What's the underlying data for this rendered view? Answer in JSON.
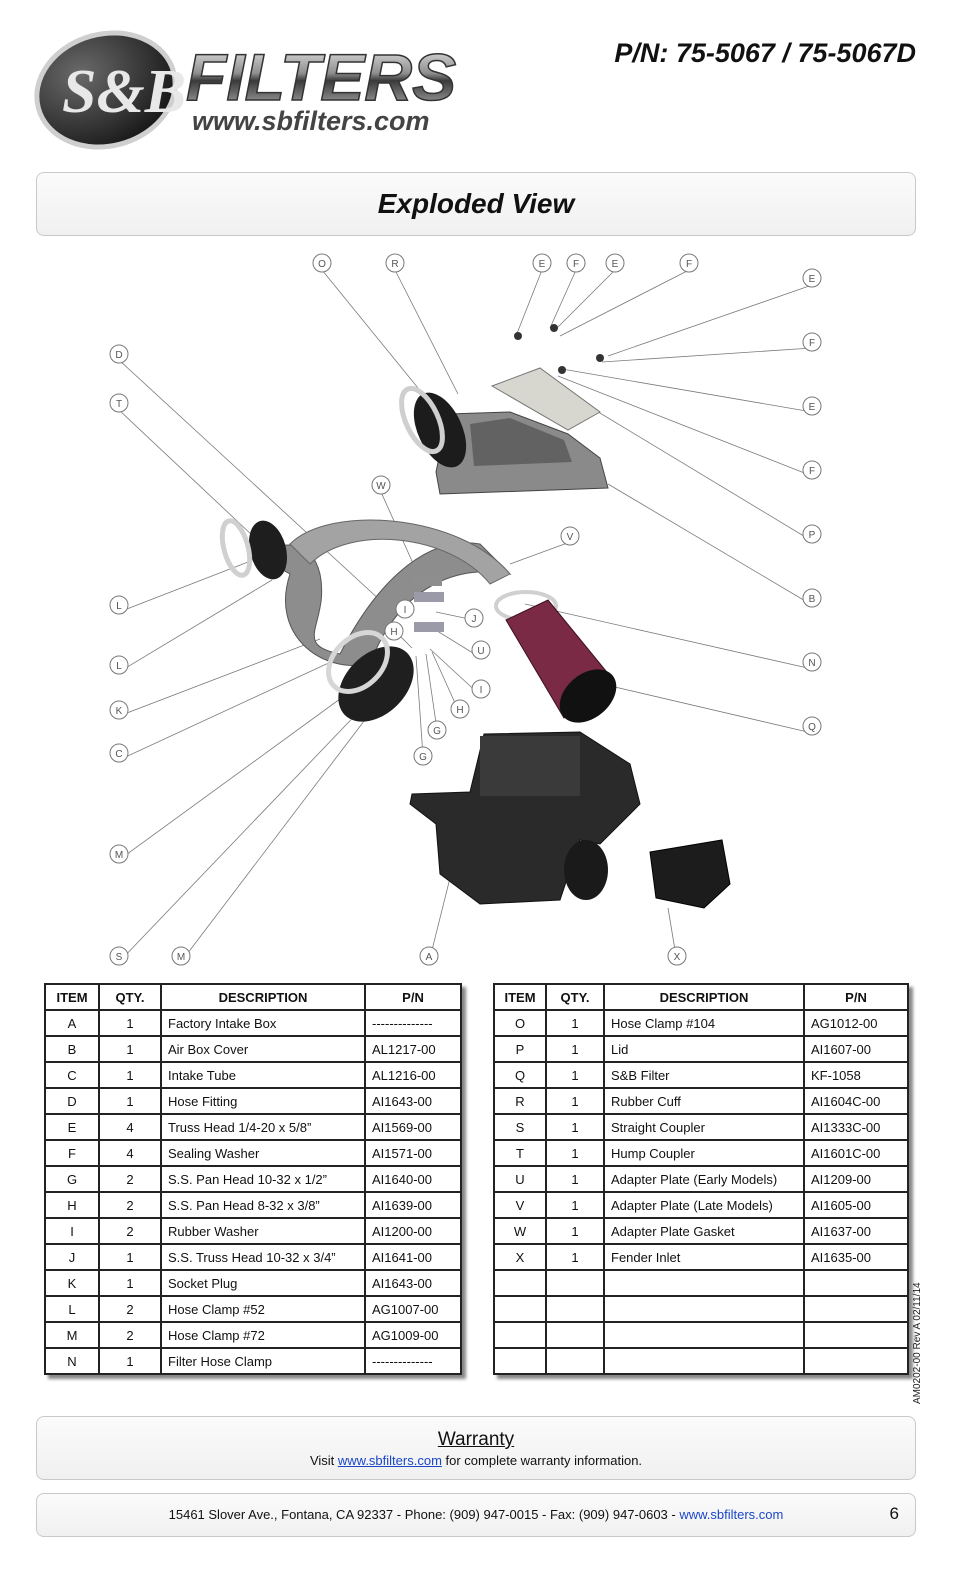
{
  "header": {
    "logo_brand": "FILTERS",
    "logo_url": "www.sbfilters.com",
    "logo_monogram": "S&B",
    "part_number": "P/N: 75-5067 / 75-5067D"
  },
  "title": "Exploded View",
  "diagram_labels": {
    "O": "O",
    "R": "R",
    "E": "E",
    "F": "F",
    "D": "D",
    "T": "T",
    "W": "W",
    "V": "V",
    "P": "P",
    "B": "B",
    "L": "L",
    "K": "K",
    "C": "C",
    "I": "I",
    "H": "H",
    "J": "J",
    "U": "U",
    "G": "G",
    "N": "N",
    "Q": "Q",
    "M": "M",
    "S": "S",
    "A": "A",
    "X": "X"
  },
  "tables": {
    "headers": {
      "item": "ITEM",
      "qty": "QTY.",
      "description": "DESCRIPTION",
      "pn": "P/N"
    },
    "left": [
      {
        "item": "A",
        "qty": "1",
        "description": "Factory Intake Box",
        "pn": "--------------"
      },
      {
        "item": "B",
        "qty": "1",
        "description": "Air Box Cover",
        "pn": "AL1217-00"
      },
      {
        "item": "C",
        "qty": "1",
        "description": "Intake Tube",
        "pn": "AL1216-00"
      },
      {
        "item": "D",
        "qty": "1",
        "description": "Hose Fitting",
        "pn": "AI1643-00"
      },
      {
        "item": "E",
        "qty": "4",
        "description": "Truss Head 1/4-20 x 5/8”",
        "pn": "AI1569-00"
      },
      {
        "item": "F",
        "qty": "4",
        "description": "Sealing Washer",
        "pn": "AI1571-00"
      },
      {
        "item": "G",
        "qty": "2",
        "description": "S.S. Pan Head 10-32 x 1/2”",
        "pn": "AI1640-00"
      },
      {
        "item": "H",
        "qty": "2",
        "description": "S.S. Pan Head 8-32 x 3/8”",
        "pn": "AI1639-00"
      },
      {
        "item": "I",
        "qty": "2",
        "description": "Rubber Washer",
        "pn": "AI1200-00"
      },
      {
        "item": "J",
        "qty": "1",
        "description": "S.S. Truss Head 10-32 x 3/4”",
        "pn": "AI1641-00"
      },
      {
        "item": "K",
        "qty": "1",
        "description": "Socket Plug",
        "pn": "AI1643-00"
      },
      {
        "item": "L",
        "qty": "2",
        "description": "Hose Clamp #52",
        "pn": "AG1007-00"
      },
      {
        "item": "M",
        "qty": "2",
        "description": "Hose Clamp #72",
        "pn": "AG1009-00"
      },
      {
        "item": "N",
        "qty": "1",
        "description": "Filter Hose Clamp",
        "pn": "--------------"
      }
    ],
    "right": [
      {
        "item": "O",
        "qty": "1",
        "description": "Hose Clamp #104",
        "pn": "AG1012-00"
      },
      {
        "item": "P",
        "qty": "1",
        "description": "Lid",
        "pn": "AI1607-00"
      },
      {
        "item": "Q",
        "qty": "1",
        "description": "S&B Filter",
        "pn": "KF-1058"
      },
      {
        "item": "R",
        "qty": "1",
        "description": "Rubber Cuff",
        "pn": "AI1604C-00"
      },
      {
        "item": "S",
        "qty": "1",
        "description": "Straight Coupler",
        "pn": "AI1333C-00"
      },
      {
        "item": "T",
        "qty": "1",
        "description": "Hump Coupler",
        "pn": "AI1601C-00"
      },
      {
        "item": "U",
        "qty": "1",
        "description": "Adapter Plate (Early Models)",
        "pn": "AI1209-00"
      },
      {
        "item": "V",
        "qty": "1",
        "description": "Adapter Plate (Late Models)",
        "pn": "AI1605-00"
      },
      {
        "item": "W",
        "qty": "1",
        "description": "Adapter Plate Gasket",
        "pn": "AI1637-00"
      },
      {
        "item": "X",
        "qty": "1",
        "description": "Fender Inlet",
        "pn": "AI1635-00"
      },
      {
        "item": "",
        "qty": "",
        "description": "",
        "pn": ""
      },
      {
        "item": "",
        "qty": "",
        "description": "",
        "pn": ""
      },
      {
        "item": "",
        "qty": "",
        "description": "",
        "pn": ""
      },
      {
        "item": "",
        "qty": "",
        "description": "",
        "pn": ""
      }
    ]
  },
  "revision_note": "AM0202-00 Rev A 02/11/14",
  "warranty": {
    "title": "Warranty",
    "text_before": "Visit ",
    "link": "www.sbfilters.com",
    "text_after": " for complete warranty information."
  },
  "footer": {
    "address": "15461 Slover Ave., Fontana, CA 92337 - Phone: (909) 947-0015 - Fax: (909) 947-0603 - ",
    "url": "www.sbfilters.com",
    "page_number": "6"
  },
  "colors": {
    "link": "#1a47c8",
    "filter_media": "#7a2a45",
    "part_gray": "#8a8a8a",
    "dark_part": "#1e1e1e"
  }
}
